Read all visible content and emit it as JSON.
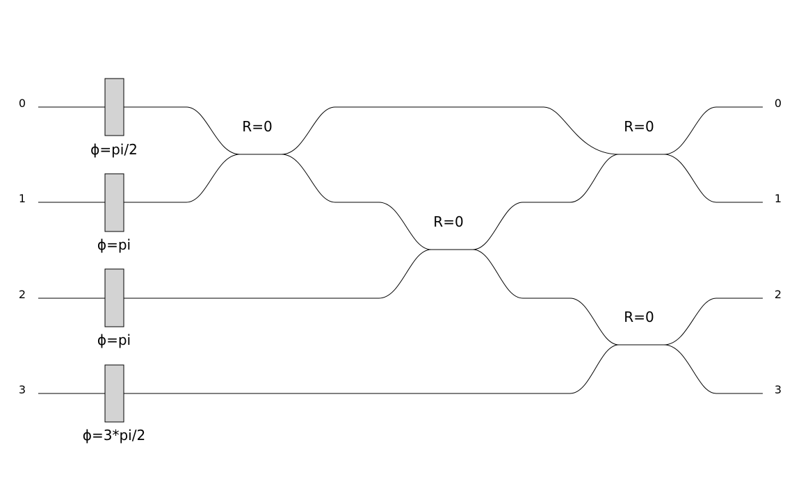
{
  "circuit": {
    "input_modes": [
      "0",
      "1",
      "2",
      "3"
    ],
    "output_modes": [
      "0",
      "1",
      "2",
      "3"
    ],
    "phase_shifters": [
      {
        "mode": 0,
        "label": "ϕ=pi/2"
      },
      {
        "mode": 1,
        "label": "ϕ=pi"
      },
      {
        "mode": 2,
        "label": "ϕ=pi"
      },
      {
        "mode": 3,
        "label": "ϕ=3*pi/2"
      }
    ],
    "beam_splitters": [
      {
        "modes": [
          0,
          1
        ],
        "label": "R=0"
      },
      {
        "modes": [
          1,
          2
        ],
        "label": "R=0"
      },
      {
        "modes": [
          0,
          1
        ],
        "label": "R=0"
      },
      {
        "modes": [
          2,
          3
        ],
        "label": "R=0"
      }
    ],
    "colors": {
      "wire": "#000000",
      "shifter_fill": "#d3d3d3",
      "background": "#ffffff"
    }
  }
}
